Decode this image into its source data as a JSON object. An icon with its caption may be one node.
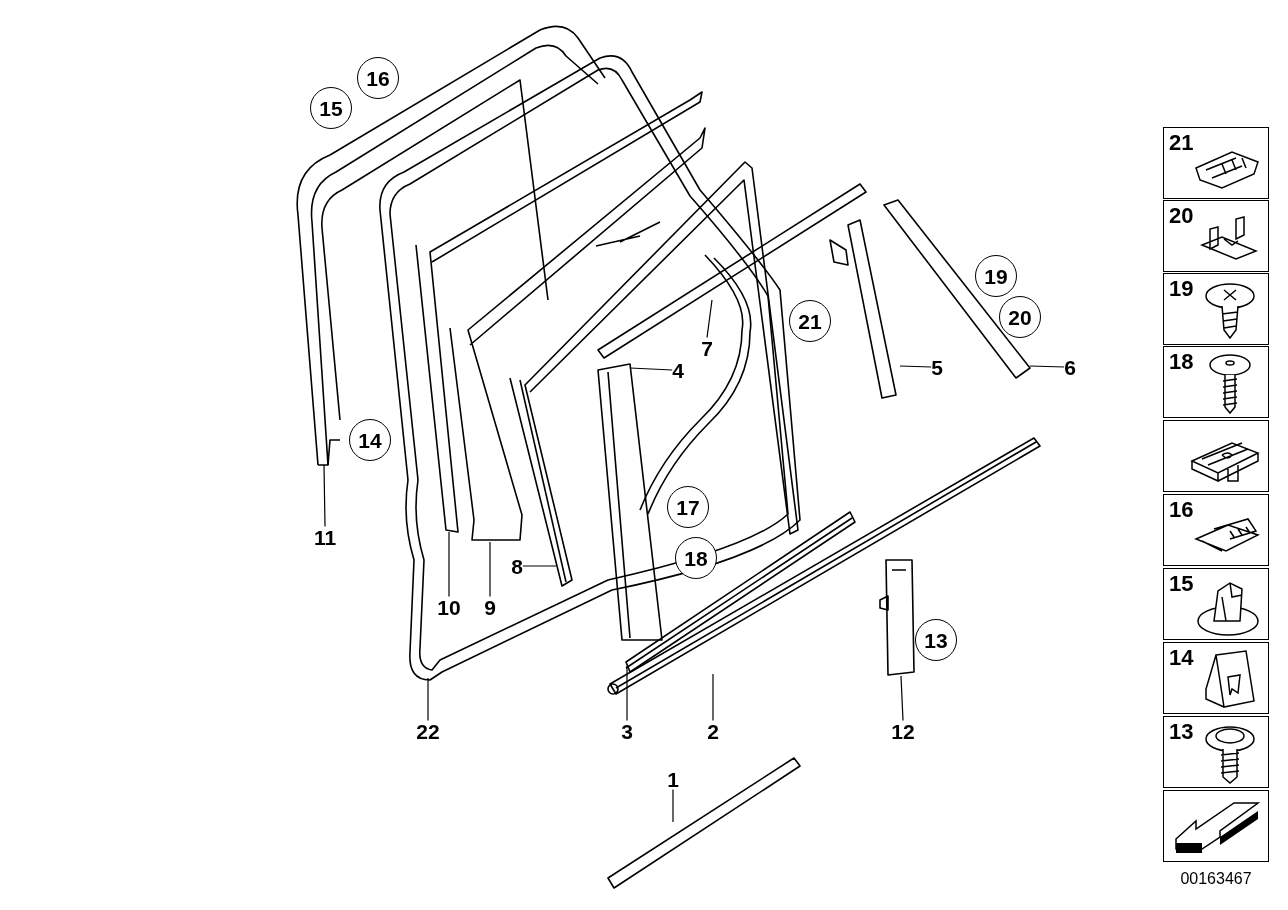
{
  "diagram": {
    "nodes": [
      {
        "text": [
          "16"
        ]
      },
      {
        "text": [
          "15"
        ]
      },
      {
        "text": [
          "21"
        ]
      },
      {
        "text": [
          "19"
        ]
      },
      {
        "text": [
          "20"
        ]
      },
      {
        "text": [
          "7"
        ]
      },
      {
        "text": [
          "4"
        ]
      },
      {
        "text": [
          "5"
        ]
      },
      {
        "text": [
          "6"
        ]
      },
      {
        "text": [
          "14"
        ]
      },
      {
        "text": [
          "17"
        ]
      },
      {
        "text": [
          "11"
        ]
      },
      {
        "text": [
          "18"
        ]
      },
      {
        "text": [
          "8"
        ]
      },
      {
        "text": [
          "10"
        ]
      },
      {
        "text": [
          "9"
        ]
      },
      {
        "text": [
          "13"
        ]
      },
      {
        "text": [
          "22"
        ]
      },
      {
        "text": [
          "3"
        ]
      },
      {
        "text": [
          "2"
        ]
      },
      {
        "text": [
          "12"
        ]
      },
      {
        "text": [
          "1"
        ]
      },
      {
        "text": [
          "21"
        ]
      },
      {
        "text": [
          "20"
        ]
      },
      {
        "text": [
          "19"
        ]
      },
      {
        "text": [
          "18"
        ]
      },
      {
        "text": [],
        "shape": "box"
      },
      {
        "text": [
          "16"
        ]
      },
      {
        "text": [
          "15"
        ]
      },
      {
        "text": [
          "14"
        ]
      },
      {
        "text": [
          "13"
        ]
      },
      {
        "text": [],
        "shape": "box"
      }
    ],
    "edges": [
      {
        "from": 5,
        "to": null,
        "arrow": "none"
      },
      {
        "from": 6,
        "to": null,
        "arrow": "none"
      },
      {
        "from": 7,
        "to": null,
        "arrow": "none"
      },
      {
        "from": 8,
        "to": null,
        "arrow": "none"
      },
      {
        "from": 11,
        "to": null,
        "arrow": "none"
      },
      {
        "from": 13,
        "to": null,
        "arrow": "none"
      },
      {
        "from": 14,
        "to": null,
        "arrow": "none"
      },
      {
        "from": 15,
        "to": null,
        "arrow": "none"
      },
      {
        "from": 17,
        "to": null,
        "arrow": "none"
      },
      {
        "from": 18,
        "to": null,
        "arrow": "none"
      },
      {
        "from": 19,
        "to": null,
        "arrow": "none"
      },
      {
        "from": 20,
        "to": null,
        "arrow": "none"
      },
      {
        "from": 21,
        "to": null,
        "arrow": "none"
      }
    ],
    "labels": [
      "00163467"
    ]
  }
}
